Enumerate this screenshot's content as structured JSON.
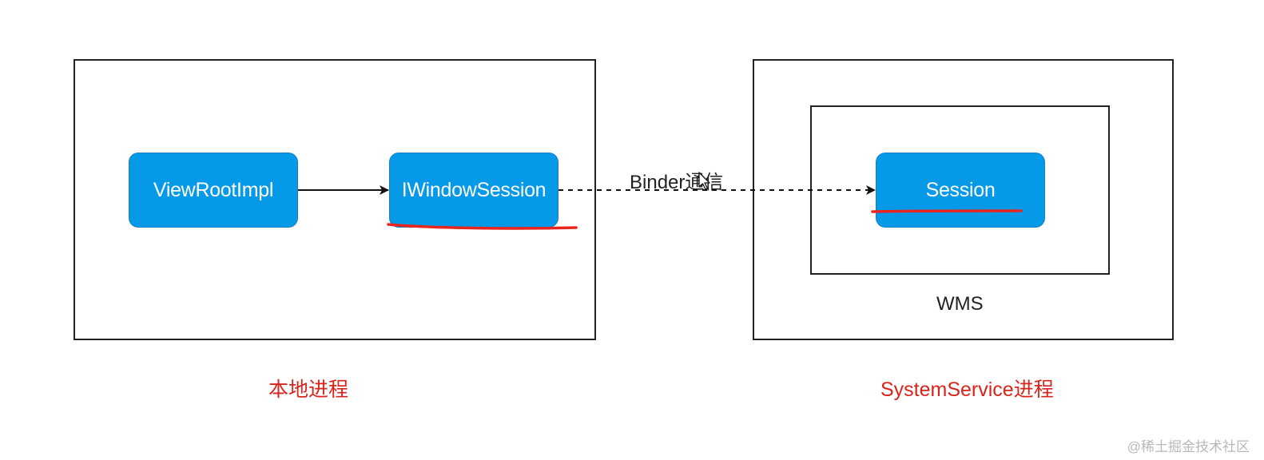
{
  "nodes": {
    "viewrootimpl": "ViewRootImpl",
    "iwindowsession": "IWindowSession",
    "session": "Session"
  },
  "labels": {
    "wms": "WMS",
    "binder": "Binder通信",
    "local_process": "本地进程",
    "system_service_process": "SystemService进程"
  },
  "watermark": "@稀土掘金技术社区",
  "colors": {
    "node_fill": "#0699E8",
    "underline": "#E8261F",
    "caption_text": "#D9241C",
    "frame_stroke": "#222222"
  },
  "icons": {
    "cursor": "mouse-pointer-icon"
  }
}
